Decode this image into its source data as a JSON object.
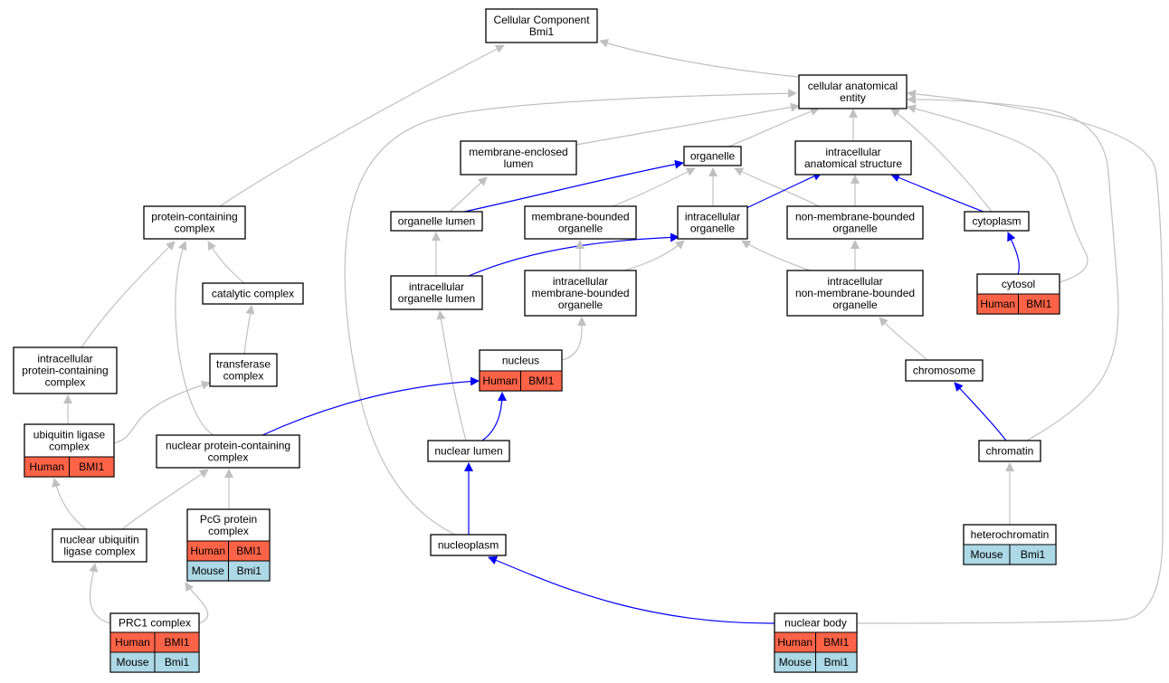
{
  "colors": {
    "edge_default": "#c0c0c0",
    "edge_highlight": "#0000ff",
    "human_fill": "#ff6347",
    "mouse_fill": "#add8e6"
  },
  "nodes": [
    {
      "id": "cellular-component",
      "lines": [
        "Cellular Component",
        "Bmi1"
      ]
    },
    {
      "id": "cellular-anatomical-entity",
      "lines": [
        "cellular anatomical",
        "entity"
      ]
    },
    {
      "id": "membrane-enclosed-lumen",
      "lines": [
        "membrane-enclosed",
        "lumen"
      ]
    },
    {
      "id": "organelle",
      "lines": [
        "organelle"
      ]
    },
    {
      "id": "intracellular-anatomical-structure",
      "lines": [
        "intracellular",
        "anatomical structure"
      ]
    },
    {
      "id": "protein-containing-complex",
      "lines": [
        "protein-containing",
        "complex"
      ]
    },
    {
      "id": "organelle-lumen",
      "lines": [
        "organelle lumen"
      ]
    },
    {
      "id": "membrane-bounded-organelle",
      "lines": [
        "membrane-bounded",
        "organelle"
      ]
    },
    {
      "id": "intracellular-organelle",
      "lines": [
        "intracellular",
        "organelle"
      ]
    },
    {
      "id": "non-membrane-bounded-organelle",
      "lines": [
        "non-membrane-bounded",
        "organelle"
      ]
    },
    {
      "id": "cytoplasm",
      "lines": [
        "cytoplasm"
      ]
    },
    {
      "id": "catalytic-complex",
      "lines": [
        "catalytic complex"
      ]
    },
    {
      "id": "intracellular-organelle-lumen",
      "lines": [
        "intracellular",
        "organelle lumen"
      ]
    },
    {
      "id": "intracellular-membrane-bounded-organelle",
      "lines": [
        "intracellular",
        "membrane-bounded",
        "organelle"
      ]
    },
    {
      "id": "intracellular-non-membrane-bounded-organelle",
      "lines": [
        "intracellular",
        "non-membrane-bounded",
        "organelle"
      ]
    },
    {
      "id": "cytosol",
      "lines": [
        "cytosol"
      ],
      "rows": [
        [
          "Human",
          "BMI1"
        ]
      ]
    },
    {
      "id": "intracellular-protein-containing-complex",
      "lines": [
        "intracellular",
        "protein-containing",
        "complex"
      ]
    },
    {
      "id": "transferase-complex",
      "lines": [
        "transferase",
        "complex"
      ]
    },
    {
      "id": "nucleus",
      "lines": [
        "nucleus"
      ],
      "rows": [
        [
          "Human",
          "BMI1"
        ]
      ]
    },
    {
      "id": "chromosome",
      "lines": [
        "chromosome"
      ]
    },
    {
      "id": "ubiquitin-ligase-complex",
      "lines": [
        "ubiquitin ligase",
        "complex"
      ],
      "rows": [
        [
          "Human",
          "BMI1"
        ]
      ]
    },
    {
      "id": "nuclear-protein-containing-complex",
      "lines": [
        "nuclear protein-containing",
        "complex"
      ]
    },
    {
      "id": "nuclear-lumen",
      "lines": [
        "nuclear lumen"
      ]
    },
    {
      "id": "chromatin",
      "lines": [
        "chromatin"
      ]
    },
    {
      "id": "pcg-protein-complex",
      "lines": [
        "PcG protein",
        "complex"
      ],
      "rows": [
        [
          "Human",
          "BMI1"
        ],
        [
          "Mouse",
          "Bmi1"
        ]
      ]
    },
    {
      "id": "nuclear-ubiquitin-ligase-complex",
      "lines": [
        "nuclear ubiquitin",
        "ligase complex"
      ]
    },
    {
      "id": "nucleoplasm",
      "lines": [
        "nucleoplasm"
      ]
    },
    {
      "id": "heterochromatin",
      "lines": [
        "heterochromatin"
      ],
      "rows": [
        [
          "Mouse",
          "Bmi1"
        ]
      ]
    },
    {
      "id": "prc1-complex",
      "lines": [
        "PRC1 complex"
      ],
      "rows": [
        [
          "Human",
          "BMI1"
        ],
        [
          "Mouse",
          "Bmi1"
        ]
      ]
    },
    {
      "id": "nuclear-body",
      "lines": [
        "nuclear body"
      ],
      "rows": [
        [
          "Human",
          "BMI1"
        ],
        [
          "Mouse",
          "Bmi1"
        ]
      ]
    }
  ],
  "edges": [
    {
      "from": "cellular-anatomical-entity",
      "to": "cellular-component",
      "highlight": false
    },
    {
      "from": "protein-containing-complex",
      "to": "cellular-component",
      "highlight": false
    },
    {
      "from": "membrane-enclosed-lumen",
      "to": "cellular-anatomical-entity",
      "highlight": false
    },
    {
      "from": "organelle",
      "to": "cellular-anatomical-entity",
      "highlight": false
    },
    {
      "from": "intracellular-anatomical-structure",
      "to": "cellular-anatomical-entity",
      "highlight": false
    },
    {
      "from": "cytoplasm",
      "to": "cellular-anatomical-entity",
      "highlight": false
    },
    {
      "from": "cytosol",
      "to": "cellular-anatomical-entity",
      "highlight": false
    },
    {
      "from": "chromatin",
      "to": "cellular-anatomical-entity",
      "highlight": false
    },
    {
      "from": "nuclear-body",
      "to": "cellular-anatomical-entity",
      "highlight": false
    },
    {
      "from": "nucleoplasm",
      "to": "cellular-anatomical-entity",
      "highlight": false
    },
    {
      "from": "non-membrane-bounded-organelle",
      "to": "organelle",
      "highlight": false
    },
    {
      "from": "organelle-lumen",
      "to": "membrane-enclosed-lumen",
      "highlight": false
    },
    {
      "from": "organelle-lumen",
      "to": "organelle",
      "highlight": true
    },
    {
      "from": "membrane-bounded-organelle",
      "to": "organelle",
      "highlight": false
    },
    {
      "from": "intracellular-organelle",
      "to": "organelle",
      "highlight": false
    },
    {
      "from": "intracellular-organelle",
      "to": "intracellular-anatomical-structure",
      "highlight": true
    },
    {
      "from": "non-membrane-bounded-organelle",
      "to": "intracellular-anatomical-structure",
      "highlight": false
    },
    {
      "from": "cytoplasm",
      "to": "intracellular-anatomical-structure",
      "highlight": true
    },
    {
      "from": "cytosol",
      "to": "cytoplasm",
      "highlight": true
    },
    {
      "from": "catalytic-complex",
      "to": "protein-containing-complex",
      "highlight": false
    },
    {
      "from": "intracellular-protein-containing-complex",
      "to": "protein-containing-complex",
      "highlight": false
    },
    {
      "from": "nuclear-protein-containing-complex",
      "to": "protein-containing-complex",
      "highlight": false
    },
    {
      "from": "transferase-complex",
      "to": "catalytic-complex",
      "highlight": false
    },
    {
      "from": "ubiquitin-ligase-complex",
      "to": "transferase-complex",
      "highlight": false
    },
    {
      "from": "ubiquitin-ligase-complex",
      "to": "intracellular-protein-containing-complex",
      "highlight": false
    },
    {
      "from": "intracellular-organelle-lumen",
      "to": "organelle-lumen",
      "highlight": false
    },
    {
      "from": "intracellular-organelle-lumen",
      "to": "intracellular-organelle",
      "highlight": true
    },
    {
      "from": "intracellular-membrane-bounded-organelle",
      "to": "membrane-bounded-organelle",
      "highlight": false
    },
    {
      "from": "intracellular-membrane-bounded-organelle",
      "to": "intracellular-organelle",
      "highlight": false
    },
    {
      "from": "intracellular-non-membrane-bounded-organelle",
      "to": "intracellular-organelle",
      "highlight": false
    },
    {
      "from": "intracellular-non-membrane-bounded-organelle",
      "to": "non-membrane-bounded-organelle",
      "highlight": false
    },
    {
      "from": "nucleus",
      "to": "intracellular-membrane-bounded-organelle",
      "highlight": false
    },
    {
      "from": "chromosome",
      "to": "intracellular-non-membrane-bounded-organelle",
      "highlight": false
    },
    {
      "from": "nuclear-lumen",
      "to": "intracellular-organelle-lumen",
      "highlight": false
    },
    {
      "from": "nuclear-lumen",
      "to": "nucleus",
      "highlight": true
    },
    {
      "from": "nuclear-protein-containing-complex",
      "to": "nucleus",
      "highlight": true
    },
    {
      "from": "chromatin",
      "to": "chromosome",
      "highlight": true
    },
    {
      "from": "nucleoplasm",
      "to": "nuclear-lumen",
      "highlight": true
    },
    {
      "from": "nuclear-body",
      "to": "nucleoplasm",
      "highlight": true
    },
    {
      "from": "heterochromatin",
      "to": "chromatin",
      "highlight": false
    },
    {
      "from": "nuclear-ubiquitin-ligase-complex",
      "to": "ubiquitin-ligase-complex",
      "highlight": false
    },
    {
      "from": "nuclear-ubiquitin-ligase-complex",
      "to": "nuclear-protein-containing-complex",
      "highlight": false
    },
    {
      "from": "pcg-protein-complex",
      "to": "nuclear-protein-containing-complex",
      "highlight": false
    },
    {
      "from": "prc1-complex",
      "to": "nuclear-ubiquitin-ligase-complex",
      "highlight": false
    },
    {
      "from": "prc1-complex",
      "to": "pcg-protein-complex",
      "highlight": false
    }
  ]
}
